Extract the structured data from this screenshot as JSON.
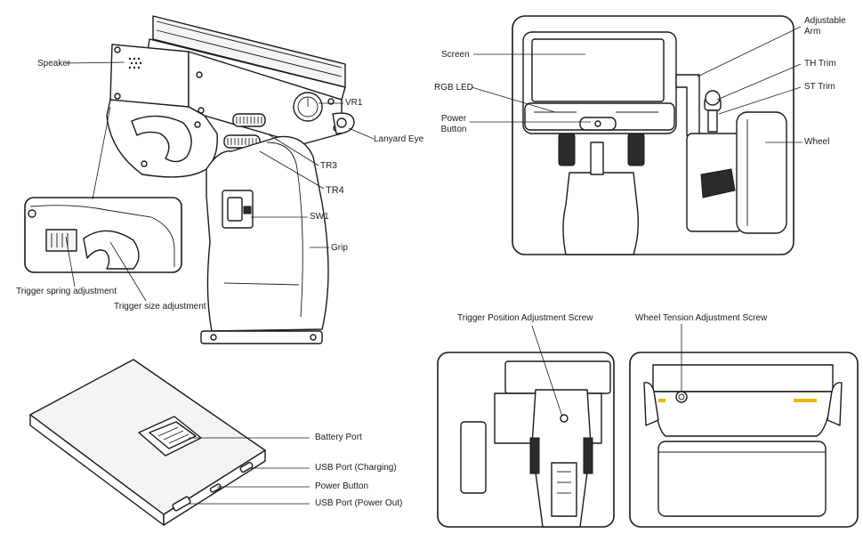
{
  "labels": {
    "speaker": "Speaker",
    "vr1": "VR1",
    "lanyard_eye": "Lanyard Eye",
    "tr3": "TR3",
    "tr4": "TR4",
    "sw1": "SW1",
    "grip": "Grip",
    "trigger_spring": "Trigger spring adjustment",
    "trigger_size": "Trigger size adjustment",
    "screen": "Screen",
    "rgb_led": "RGB LED",
    "power_button_line1": "Power",
    "power_button_line2": "Button",
    "adjustable_arm_line1": "Adjustable",
    "adjustable_arm_line2": "Arm",
    "th_trim": "TH Trim",
    "st_trim": "ST Trim",
    "wheel": "Wheel",
    "battery_port": "Battery Port",
    "usb_charging": "USB Port (Charging)",
    "battery_power_button": "Power Button",
    "usb_power_out": "USB Port (Power Out)",
    "trigger_position_screw": "Trigger Position Adjustment Screw",
    "wheel_tension_screw": "Wheel Tension Adjustment Screw"
  }
}
